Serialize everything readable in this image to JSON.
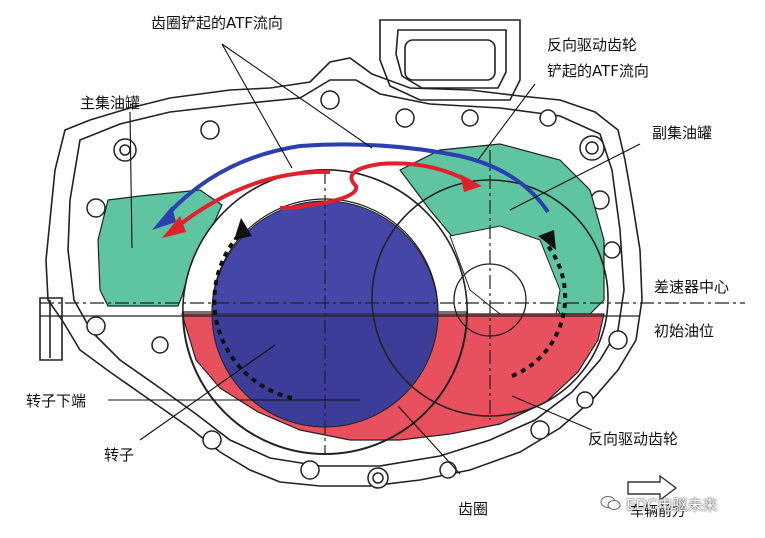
{
  "labels": {
    "ring_gear_atf": "齿圈铲起的ATF流向",
    "reverse_gear_atf_line1": "反向驱动齿轮",
    "reverse_gear_atf_line2": "铲起的ATF流向",
    "main_tank": "主集油罐",
    "sub_tank": "副集油罐",
    "diff_center": "差速器中心",
    "initial_oil_level": "初始油位",
    "rotor_bottom": "转子下端",
    "rotor": "转子",
    "reverse_drive_gear": "反向驱动齿轮",
    "ring_gear": "齿圈",
    "vehicle_front": "车辆前方"
  },
  "watermark": "EDC电驱未来",
  "colors": {
    "oil_green": "#5fc4a0",
    "oil_red": "#e8505e",
    "rotor_blue_top": "#4446a8",
    "rotor_blue_bottom": "#3b3d98",
    "flow_blue": "#2a3fb0",
    "flow_red": "#e0202a",
    "outline": "#222222"
  }
}
